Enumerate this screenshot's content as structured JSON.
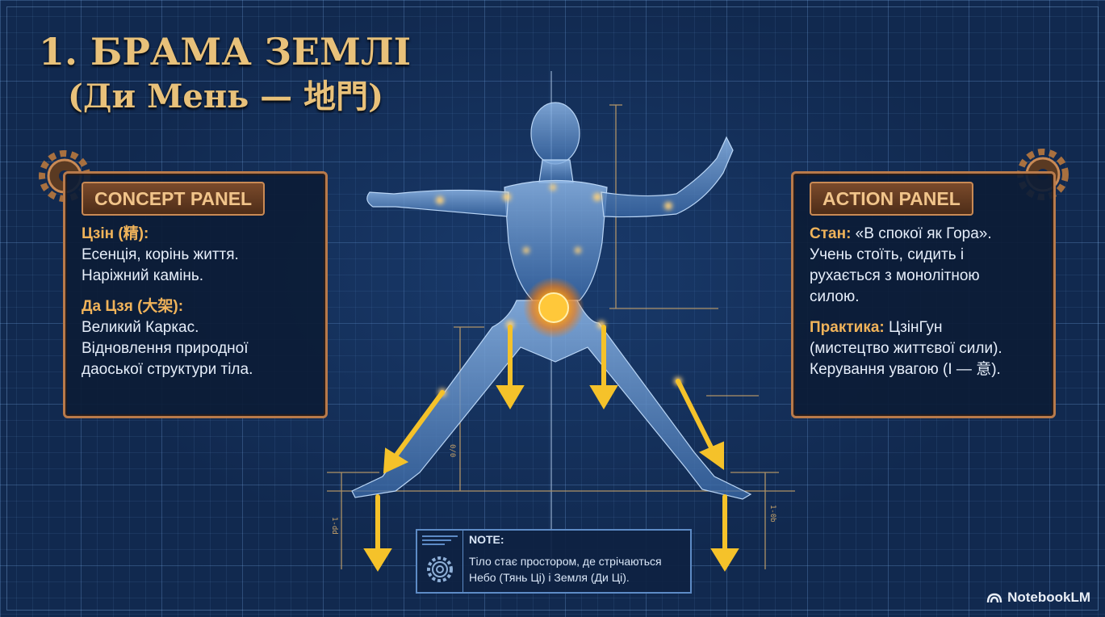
{
  "title": "1. БРАМА ЗЕМЛІ",
  "subtitle": "(Ди Мень — 地門)",
  "concept_panel": {
    "heading": "CONCEPT PANEL",
    "item1_label": "Цзін (精):",
    "item1_line1": "Есенція, корінь життя.",
    "item1_line2": "Наріжний камінь.",
    "item2_label": "Да Цзя (大架):",
    "item2_line1": "Великий Каркас.",
    "item2_line2": "Відновлення природної",
    "item2_line3": "даоської структури тіла."
  },
  "action_panel": {
    "heading": "ACTION PANEL",
    "item1_label": "Стан:",
    "item1_text": " «В спокої як Гора».",
    "item1_line2": "Учень стоїть, сидить і",
    "item1_line3": "рухається з монолітною",
    "item1_line4": "силою.",
    "item2_label": "Практика:",
    "item2_text": " ЦзінГун",
    "item2_line2": "(мистецтво життєвої сили).",
    "item2_line3": "Керування увагою (І — 意)."
  },
  "note": {
    "heading": "NOTE:",
    "line1": "Тіло стає простором, де стрічаються",
    "line2": "Небо (Тянь Ці) і Земля (Ди Ці)."
  },
  "brand": "NotebookLM",
  "icons": [
    "gear-icon",
    "arrow-down-icon",
    "glowing-dantian-icon",
    "notebooklm-logo-icon"
  ],
  "colors": {
    "accent_gold": "#e8c17a",
    "panel_border": "#b87a4b",
    "arrow": "#f5c22a",
    "background": "#11294f"
  }
}
